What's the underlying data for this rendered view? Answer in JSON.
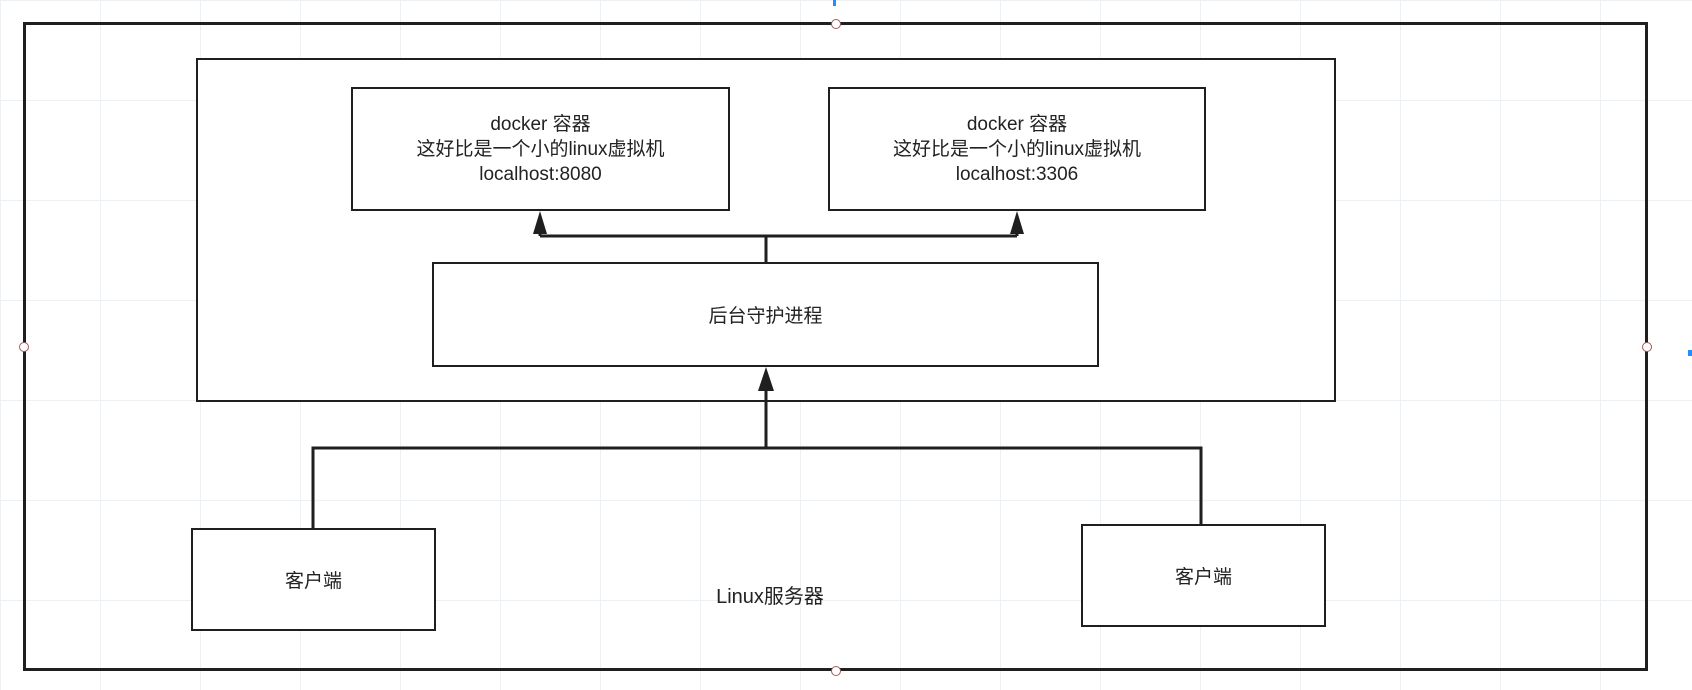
{
  "diagram": {
    "outer_label": "Linux服务器",
    "containers": [
      {
        "title": "docker 容器",
        "description": "这好比是一个小的linux虚拟机",
        "address": "localhost:8080"
      },
      {
        "title": "docker 容器",
        "description": "这好比是一个小的linux虚拟机",
        "address": "localhost:3306"
      }
    ],
    "daemon_label": "后台守护进程",
    "clients": [
      {
        "label": "客户端"
      },
      {
        "label": "客户端"
      }
    ],
    "colors": {
      "stroke": "#1f1f1f",
      "grid": "#eef1f4",
      "selection_handle": "#a15a5a",
      "selection_accent": "#1e90ff"
    }
  }
}
